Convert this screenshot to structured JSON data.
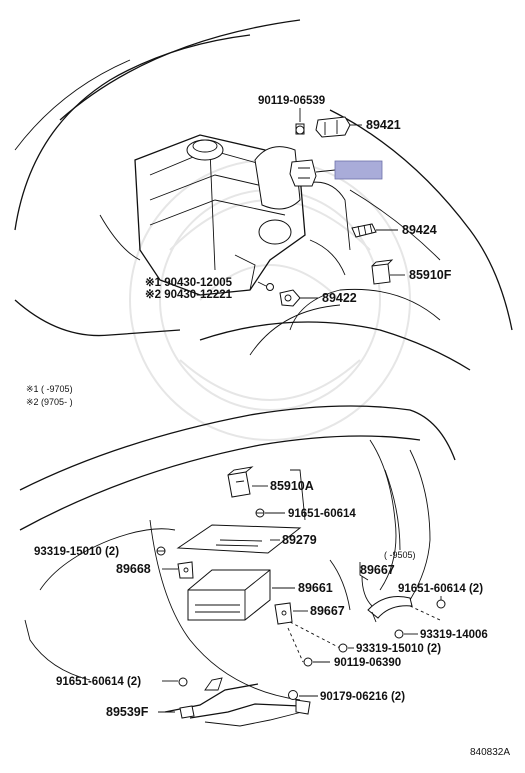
{
  "diagram": {
    "catalog_code": "840832A",
    "highlight_color": "#a9acd9",
    "notes": {
      "note1": "※1 (      -9705)",
      "note2": "※2 (9705-       )"
    },
    "range_label": "(      -9505)",
    "engine_parts": {
      "p90119_06539": "90119-06539",
      "p89421": "89421",
      "p89424": "89424",
      "p85910F": "85910F",
      "p90430_12005": "※1 90430-12005",
      "p90430_12221": "※2 90430-12221",
      "p89422": "89422"
    },
    "dash_parts": {
      "p85910A": "85910A",
      "p91651_60614_a": "91651-60614",
      "p89279": "89279",
      "p93319_15010_a": "93319-15010 (2)",
      "p89668": "89668",
      "p89661": "89661",
      "p89667_a": "89667",
      "p89667_b": "89667",
      "p91651_60614_b": "91651-60614 (2)",
      "p93319_14006": "93319-14006",
      "p93319_15010_b": "93319-15010 (2)",
      "p90119_06390": "90119-06390",
      "p91651_60614_c": "91651-60614 (2)",
      "p90179_06216": "90179-06216 (2)",
      "p89539F": "89539F"
    }
  }
}
